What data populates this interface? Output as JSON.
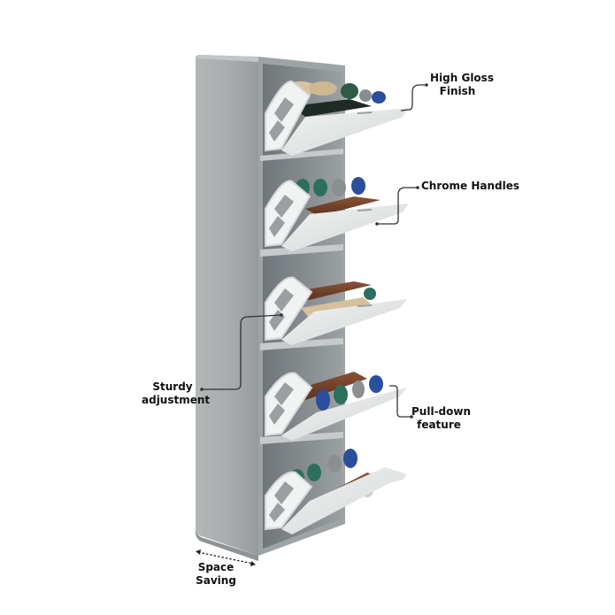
{
  "product": {
    "name": "Wall-mounted shoe rack cabinet",
    "color_body": "#a7abac",
    "color_side_light": "#b4b8b9",
    "color_interior": "#7d8386",
    "color_flap": "#e4e6e7",
    "compartments": 5
  },
  "callouts": [
    {
      "id": "high-gloss-finish",
      "lines": [
        "High Gloss",
        "Finish"
      ]
    },
    {
      "id": "chrome-handles",
      "lines": [
        "Chrome Handles"
      ]
    },
    {
      "id": "sturdy-adjustment",
      "lines": [
        "Sturdy",
        "adjustment"
      ]
    },
    {
      "id": "pull-down-feature",
      "lines": [
        "Pull-down",
        "feature"
      ]
    },
    {
      "id": "space-saving",
      "lines": [
        "Space",
        "Saving"
      ]
    }
  ],
  "colors": {
    "text": "#111111",
    "leader_line": "#333333",
    "background": "#ffffff"
  }
}
